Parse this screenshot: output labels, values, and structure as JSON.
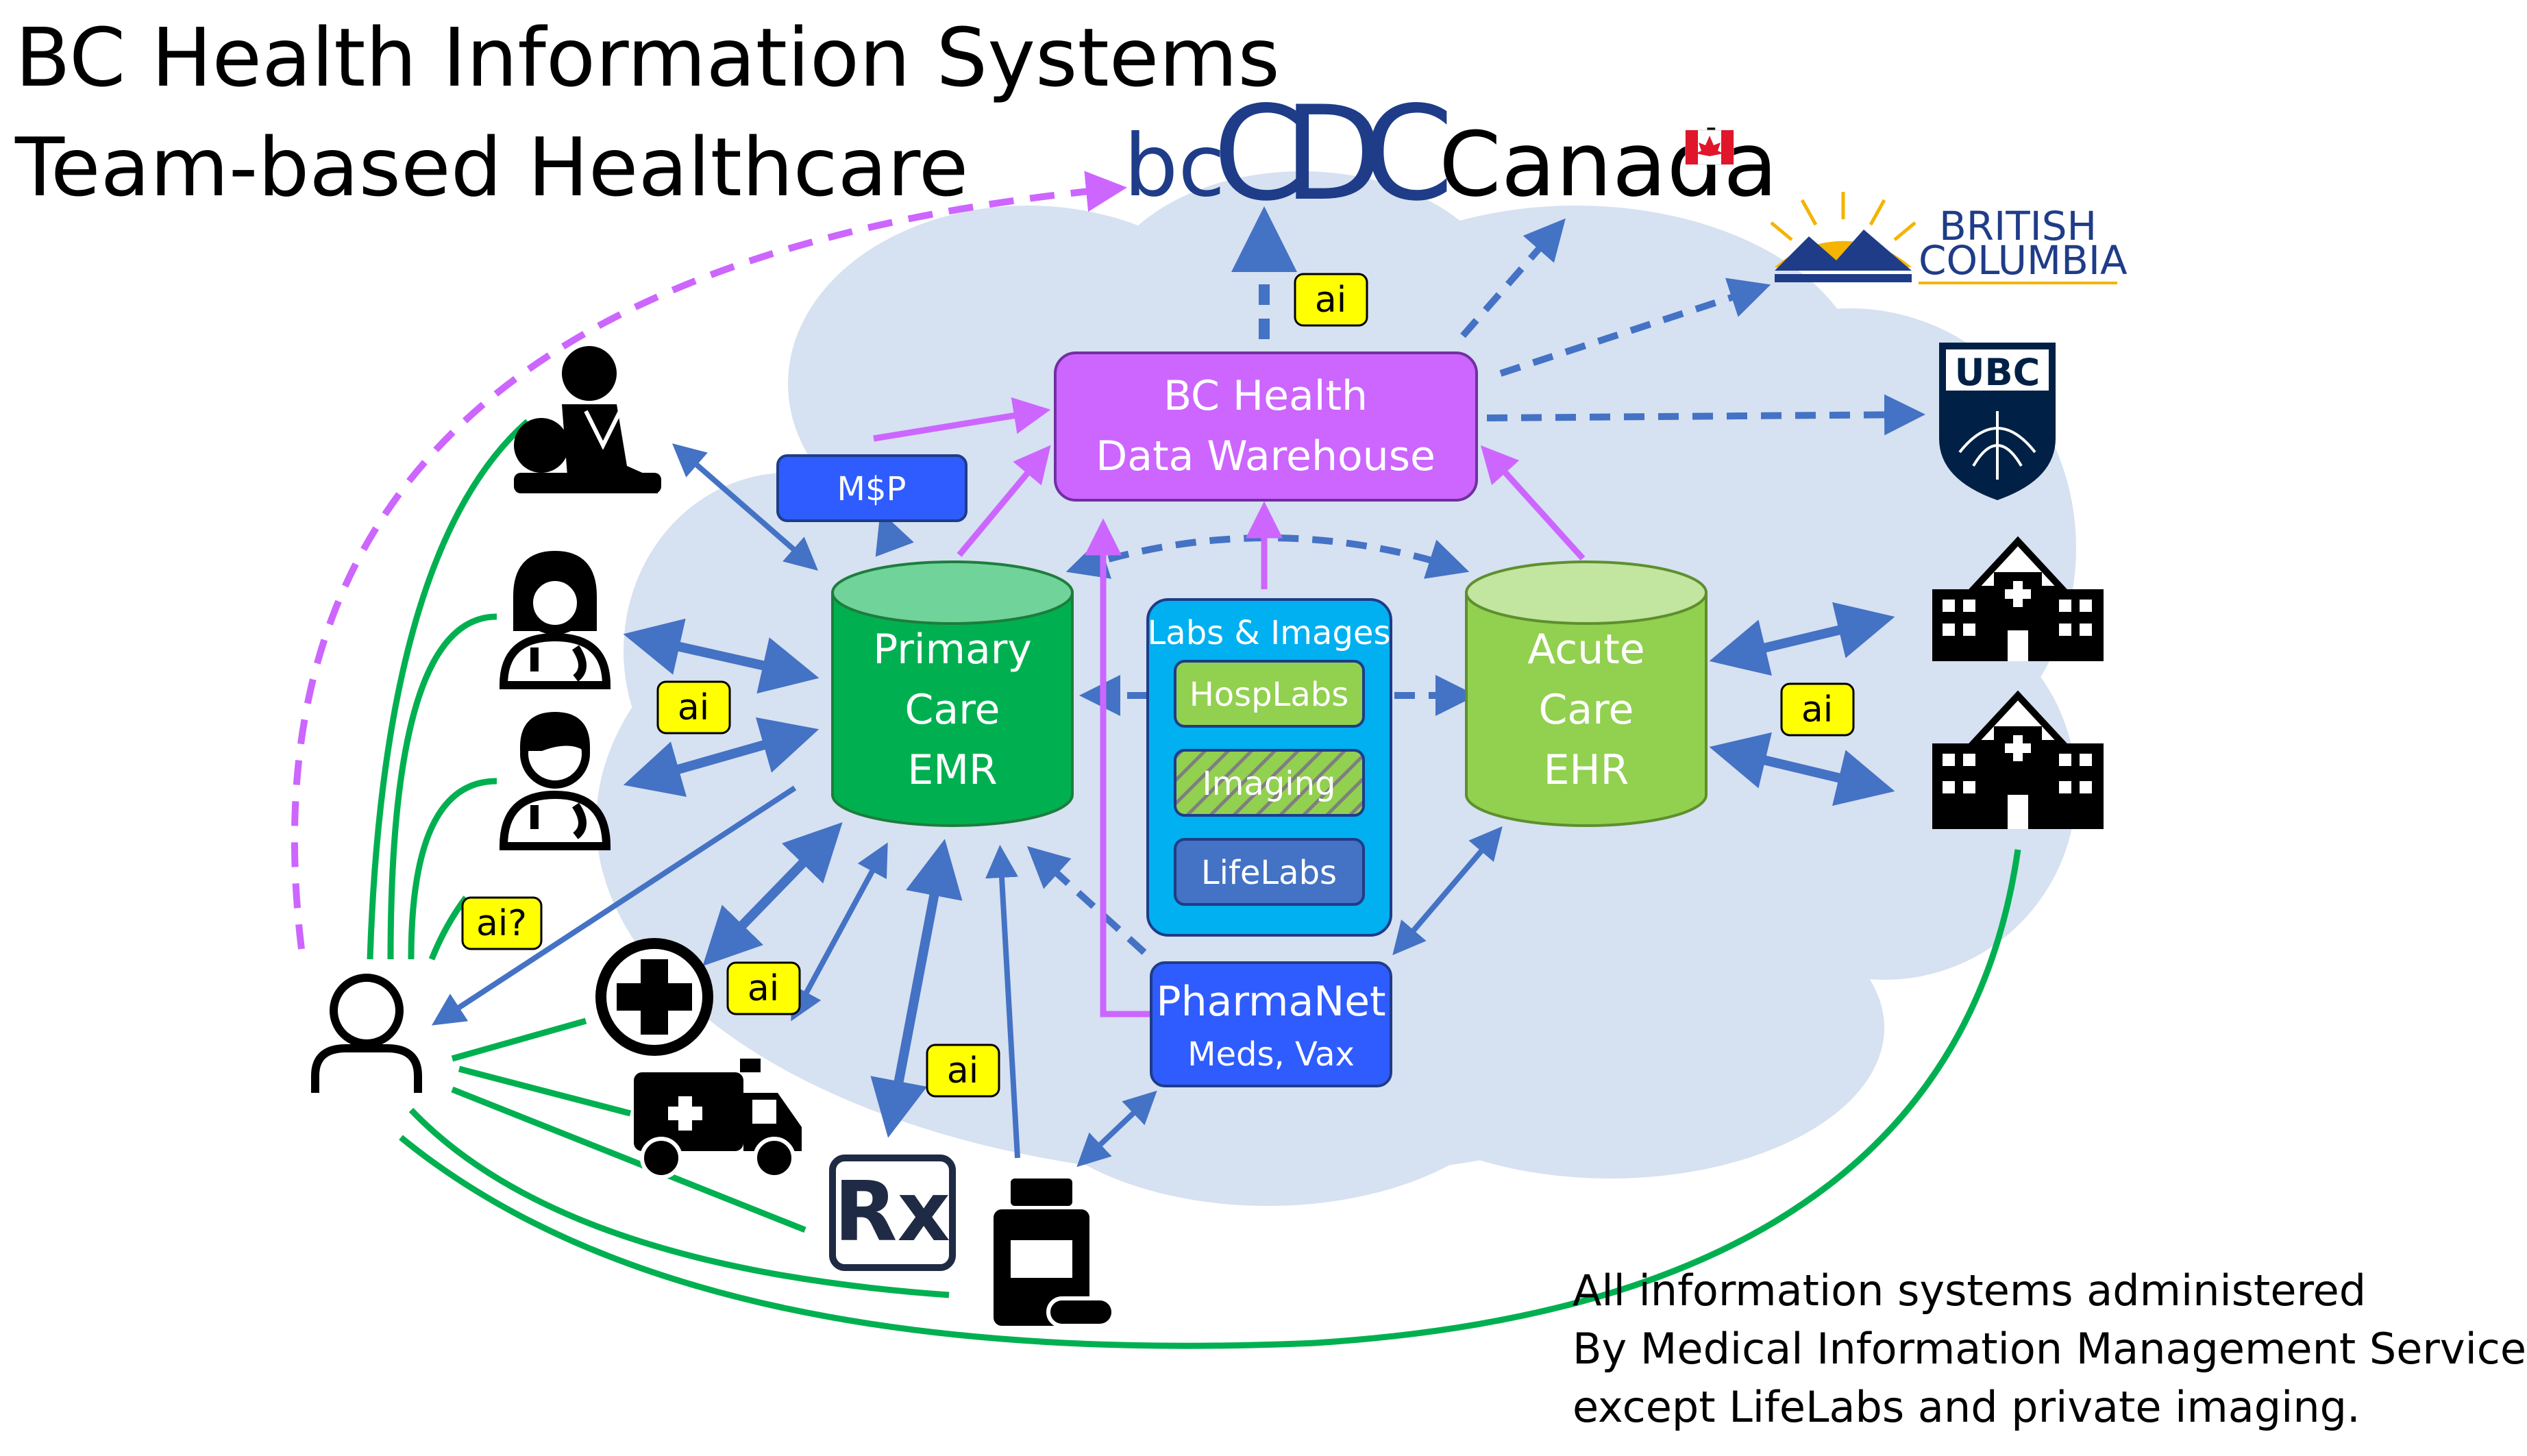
{
  "title": {
    "line1": "BC Health Information Systems",
    "line2": "Team-based Healthcare"
  },
  "logos": {
    "bccdc_bc": "bc",
    "bccdc_cdc": "CDC",
    "canada": "Canada",
    "british_columbia_line1": "BRITISH",
    "british_columbia_line2": "COLUMBIA",
    "ubc": "UBC"
  },
  "nodes": {
    "msp": "M$P",
    "warehouse_line1": "BC Health",
    "warehouse_line2": "Data Warehouse",
    "primary_line1": "Primary",
    "primary_line2": "Care",
    "primary_line3": "EMR",
    "acute_line1": "Acute",
    "acute_line2": "Care",
    "acute_line3": "EHR",
    "labs_title": "Labs & Images",
    "hosplabs": "HospLabs",
    "imaging": "Imaging",
    "lifelabs": "LifeLabs",
    "pharmanet_line1": "PharmaNet",
    "pharmanet_line2": "Meds, Vax"
  },
  "badges": {
    "ai_top": "ai",
    "ai_clinicians": "ai",
    "ai_patient": "ai?",
    "ai_clinic": "ai",
    "ai_pharmacy": "ai",
    "ai_hospitals": "ai"
  },
  "footnote": {
    "line1": "All information systems administered",
    "line2": "By Medical Information Management Services,",
    "line3": "except LifeLabs and private imaging."
  },
  "colors": {
    "cloud": "#d6e1f1",
    "blue_arrow": "#4472c4",
    "magenta_arrow": "#cc66ff",
    "green_line": "#00b050",
    "primary_emr": "#00b050",
    "acute_ehr": "#92d050",
    "warehouse": "#cc66ff",
    "labs_box": "#00b0f0",
    "pharmanet": "#2e5cff",
    "ai_badge": "#ffff00"
  }
}
